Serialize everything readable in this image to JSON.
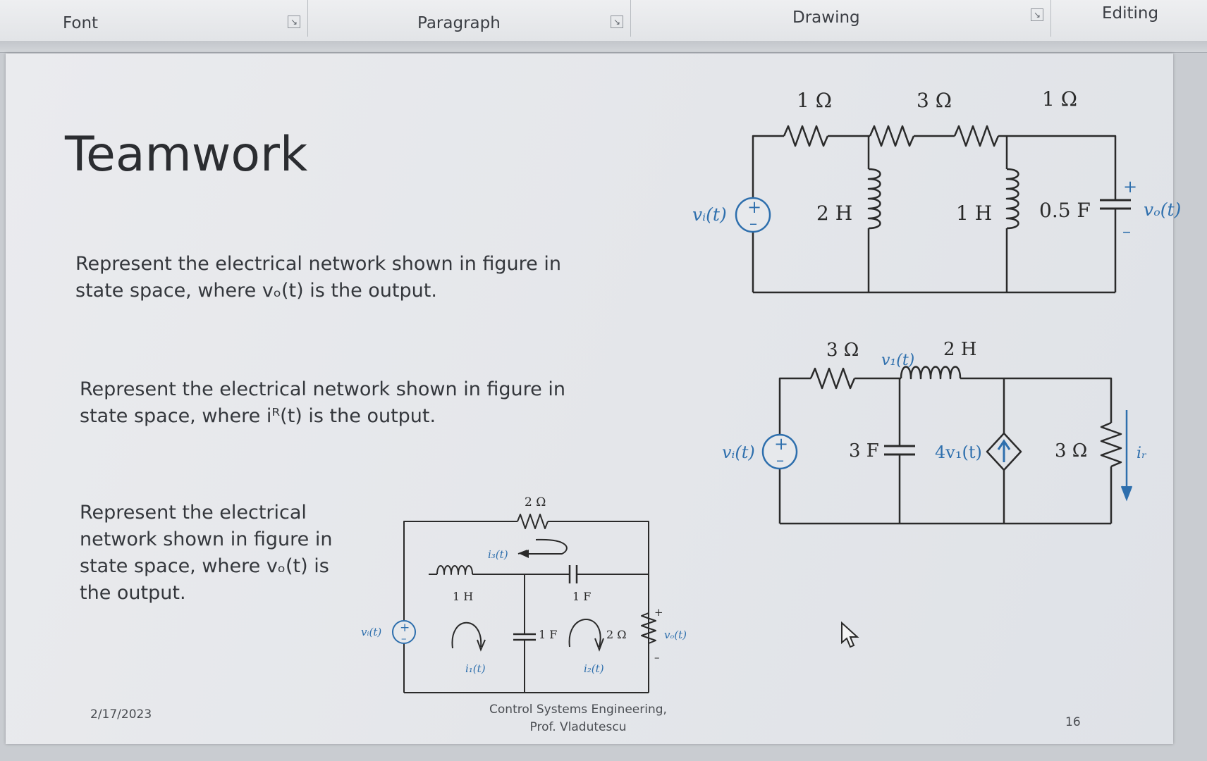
{
  "ribbon": {
    "groups": {
      "font": "Font",
      "paragraph": "Paragraph",
      "drawing": "Drawing",
      "editing": "Editing"
    },
    "launcher_icon": "dialog-launcher-icon"
  },
  "slide": {
    "title": "Teamwork",
    "problems": [
      {
        "line1": "Represent the electrical network shown in figure in",
        "line2": "state space, where vₒ(t) is the output."
      },
      {
        "line1": "Represent the electrical network shown in figure in",
        "line2": "state space, where iᴿ(t) is the output."
      },
      {
        "line1": "Represent the electrical",
        "line2": "network shown in figure in",
        "line3": "state space, where vₒ(t) is",
        "line4": "the output."
      }
    ],
    "footer": {
      "date": "2/17/2023",
      "course": "Control Systems Engineering,",
      "instructor": "Prof. Vladutescu",
      "page_number": "16"
    }
  },
  "circuit1": {
    "labels": {
      "vi": "vᵢ(t)",
      "r1": "1 Ω",
      "r2": "3 Ω",
      "r3": "1 Ω",
      "l1": "2 H",
      "l2": "1 H",
      "c1": "0.5 F",
      "vo": "vₒ(t)",
      "plus": "+",
      "minus": "–"
    }
  },
  "circuit2": {
    "labels": {
      "vi": "vᵢ(t)",
      "r1": "3 Ω",
      "v1": "v₁(t)",
      "l1": "2 H",
      "c1": "3 F",
      "dep": "4v₁(t)",
      "r2": "3 Ω",
      "ir": "iᵣ"
    }
  },
  "circuit3": {
    "labels": {
      "vi": "vᵢ(t)",
      "r_top": "2 Ω",
      "i3": "i₃(t)",
      "l1": "1 H",
      "c_top": "1 F",
      "c_mid": "1 F",
      "r_mid": "2 Ω",
      "i1": "i₁(t)",
      "i2": "i₂(t)",
      "vo": "vₒ(t)"
    }
  },
  "colors": {
    "accent_blue": "#2e6fad",
    "wire": "#2a2a2a",
    "text": "#34373c"
  }
}
